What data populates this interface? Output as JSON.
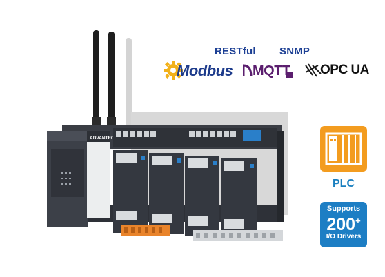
{
  "protocols": {
    "restful": "RESTful",
    "snmp": "SNMP",
    "modbus": "Modbus",
    "mqtt": "MQTT",
    "opcua": "OPC UA"
  },
  "device": {
    "brand": "ADVANTECH"
  },
  "badges": {
    "plc_label": "PLC",
    "drivers_line1": "Supports",
    "drivers_count": "200",
    "drivers_plus": "+",
    "drivers_line3": "I/O Drivers"
  },
  "colors": {
    "orange_badge": "#f39c1f",
    "blue_badge": "#1d7ec4",
    "plc_text": "#1a7fbf",
    "protocol_text": "#1c3f94"
  }
}
